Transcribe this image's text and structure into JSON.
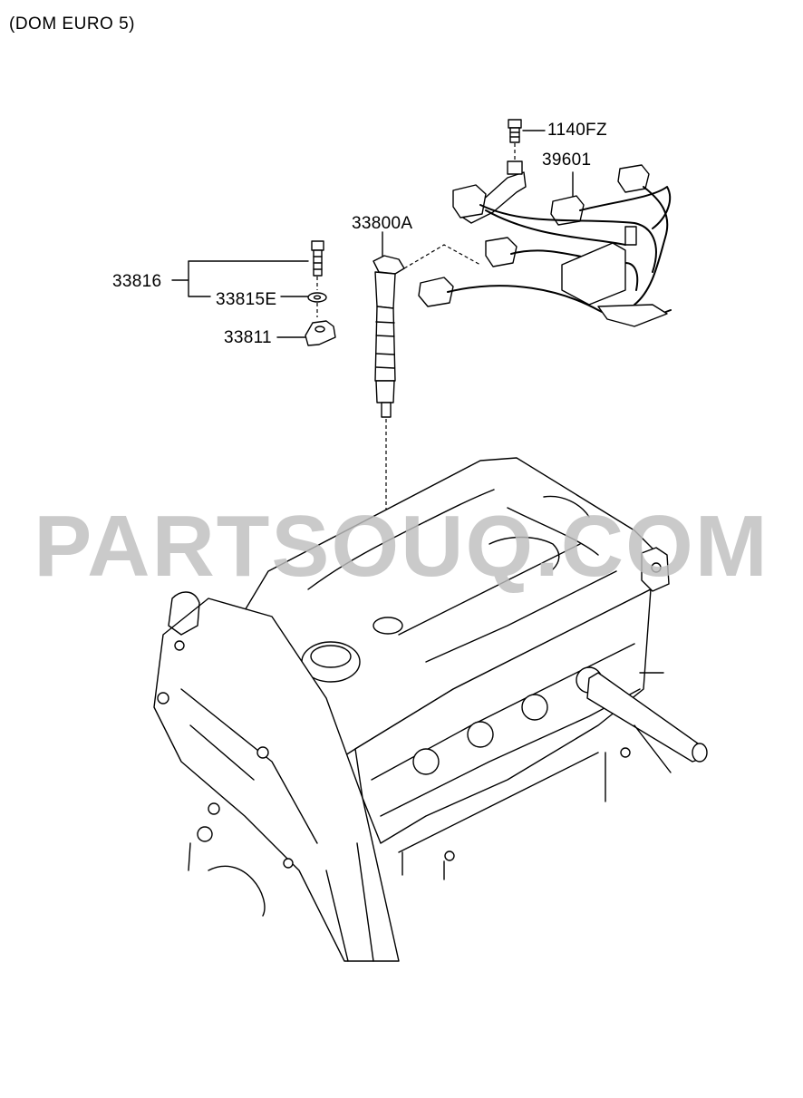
{
  "header": {
    "variant": "(DOM EURO 5)"
  },
  "watermark": {
    "text": "PARTSOUQ.COM"
  },
  "parts": [
    {
      "id": "1140FZ",
      "label": "1140FZ"
    },
    {
      "id": "39601",
      "label": "39601"
    },
    {
      "id": "33800A",
      "label": "33800A"
    },
    {
      "id": "33816",
      "label": "33816"
    },
    {
      "id": "33815E",
      "label": "33815E"
    },
    {
      "id": "33811",
      "label": "33811"
    }
  ]
}
